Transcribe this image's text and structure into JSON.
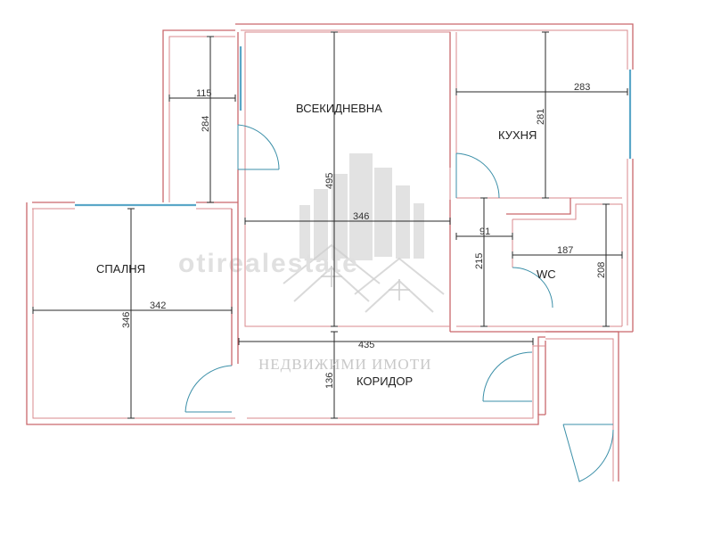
{
  "rooms": {
    "living": "ВСЕКИДНЕВНА",
    "kitchen": "КУХНЯ",
    "bedroom": "СПАЛНЯ",
    "wc": "WC",
    "corridor": "КОРИДОР"
  },
  "dimensions": {
    "d115": "115",
    "d284": "284",
    "d495": "495",
    "d346a": "346",
    "d283": "283",
    "d281": "281",
    "d91": "91",
    "d187": "187",
    "d208": "208",
    "d215": "215",
    "d346b": "346",
    "d342": "342",
    "d435": "435",
    "d136": "136"
  },
  "watermark": {
    "brand": "otirealestate",
    "tagline": "НЕДВИЖИМИ ИМОТИ"
  },
  "colors": {
    "walls": "#c9686c",
    "doors": "#3b8fa8",
    "windows": "#5aa7c8",
    "dimension_lines": "#2a2a2a"
  }
}
